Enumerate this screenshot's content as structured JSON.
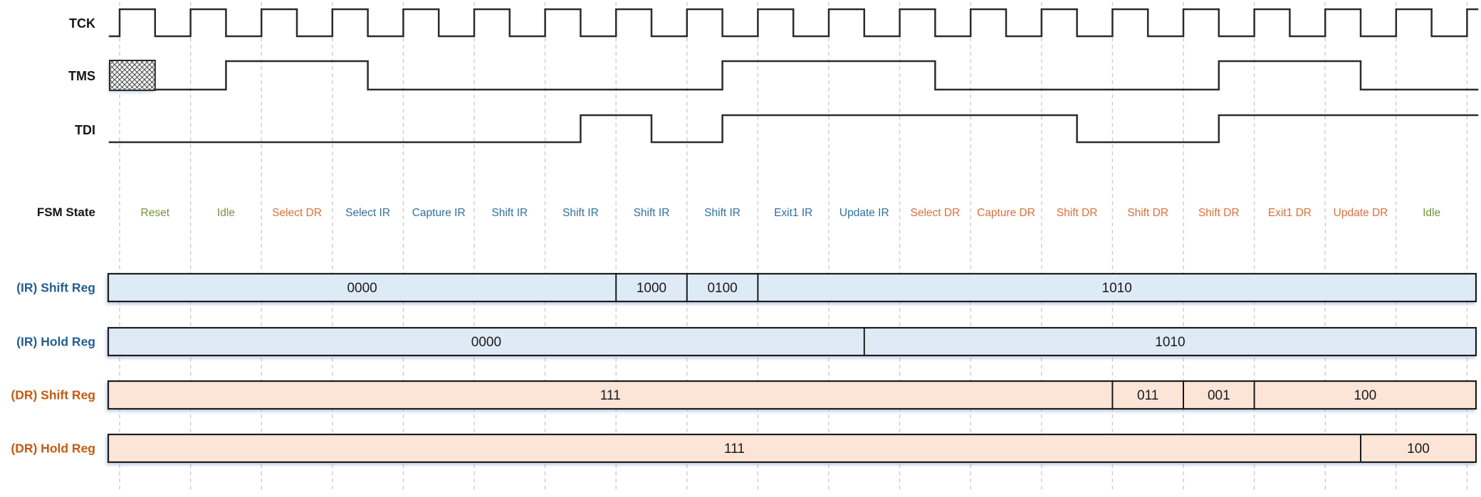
{
  "diagram": {
    "signals": [
      {
        "id": "tck",
        "label": "TCK",
        "type": "clock"
      },
      {
        "id": "tms",
        "label": "TMS",
        "type": "data",
        "initial": 0,
        "unknown_until_cycle": 0.5,
        "toggle_cycles": [
          1.5,
          3.5,
          8.5,
          11.5,
          15.5,
          17.5
        ]
      },
      {
        "id": "tdi",
        "label": "TDI",
        "type": "data",
        "initial": 0,
        "toggle_cycles": [
          6.5,
          7.5,
          8.5,
          13.5,
          15.5
        ]
      }
    ],
    "fsm": {
      "label": "FSM State",
      "states": [
        {
          "label": "Reset",
          "color": "green"
        },
        {
          "label": "Idle",
          "color": "green"
        },
        {
          "label": "Select DR",
          "color": "orange"
        },
        {
          "label": "Select IR",
          "color": "blue"
        },
        {
          "label": "Capture IR",
          "color": "blue"
        },
        {
          "label": "Shift IR",
          "color": "blue"
        },
        {
          "label": "Shift IR",
          "color": "blue"
        },
        {
          "label": "Shift IR",
          "color": "blue"
        },
        {
          "label": "Shift IR",
          "color": "blue"
        },
        {
          "label": "Exit1 IR",
          "color": "blue"
        },
        {
          "label": "Update IR",
          "color": "blue"
        },
        {
          "label": "Select DR",
          "color": "orange"
        },
        {
          "label": "Capture DR",
          "color": "orange"
        },
        {
          "label": "Shift DR",
          "color": "orange"
        },
        {
          "label": "Shift DR",
          "color": "orange"
        },
        {
          "label": "Shift DR",
          "color": "orange"
        },
        {
          "label": "Exit1 DR",
          "color": "orange"
        },
        {
          "label": "Update DR",
          "color": "orange"
        },
        {
          "label": "Idle",
          "color": "green"
        }
      ]
    },
    "registers": [
      {
        "label": "(IR) Shift Reg",
        "theme": "ir",
        "segments": [
          {
            "value": "0000",
            "until_cycle": 7
          },
          {
            "value": "1000",
            "until_cycle": 8
          },
          {
            "value": "0100",
            "until_cycle": 9
          },
          {
            "value": "1010",
            "until_cycle": null
          }
        ]
      },
      {
        "label": "(IR) Hold Reg",
        "theme": "ir",
        "segments": [
          {
            "value": "0000",
            "until_cycle": 10.5
          },
          {
            "value": "1010",
            "until_cycle": null
          }
        ]
      },
      {
        "label": "(DR) Shift Reg",
        "theme": "dr",
        "segments": [
          {
            "value": "111",
            "until_cycle": 14
          },
          {
            "value": "011",
            "until_cycle": 15
          },
          {
            "value": "001",
            "until_cycle": 16
          },
          {
            "value": "100",
            "until_cycle": null
          }
        ]
      },
      {
        "label": "(DR) Hold Reg",
        "theme": "dr",
        "segments": [
          {
            "value": "111",
            "until_cycle": 17.5
          },
          {
            "value": "100",
            "until_cycle": null
          }
        ]
      }
    ]
  },
  "colors": {
    "state_green": "#76923C",
    "state_blue": "#31719E",
    "state_orange": "#D9703C",
    "ir_label": "#255E91",
    "dr_label": "#C55A11",
    "ir_fill": "#DEEBF7",
    "dr_fill": "#FCE4D6",
    "wave_line": "#2b2b2b",
    "grid_line": "#c9c9c9",
    "bar_border": "#1a1a1a",
    "value_text": "#1a1a1a"
  }
}
